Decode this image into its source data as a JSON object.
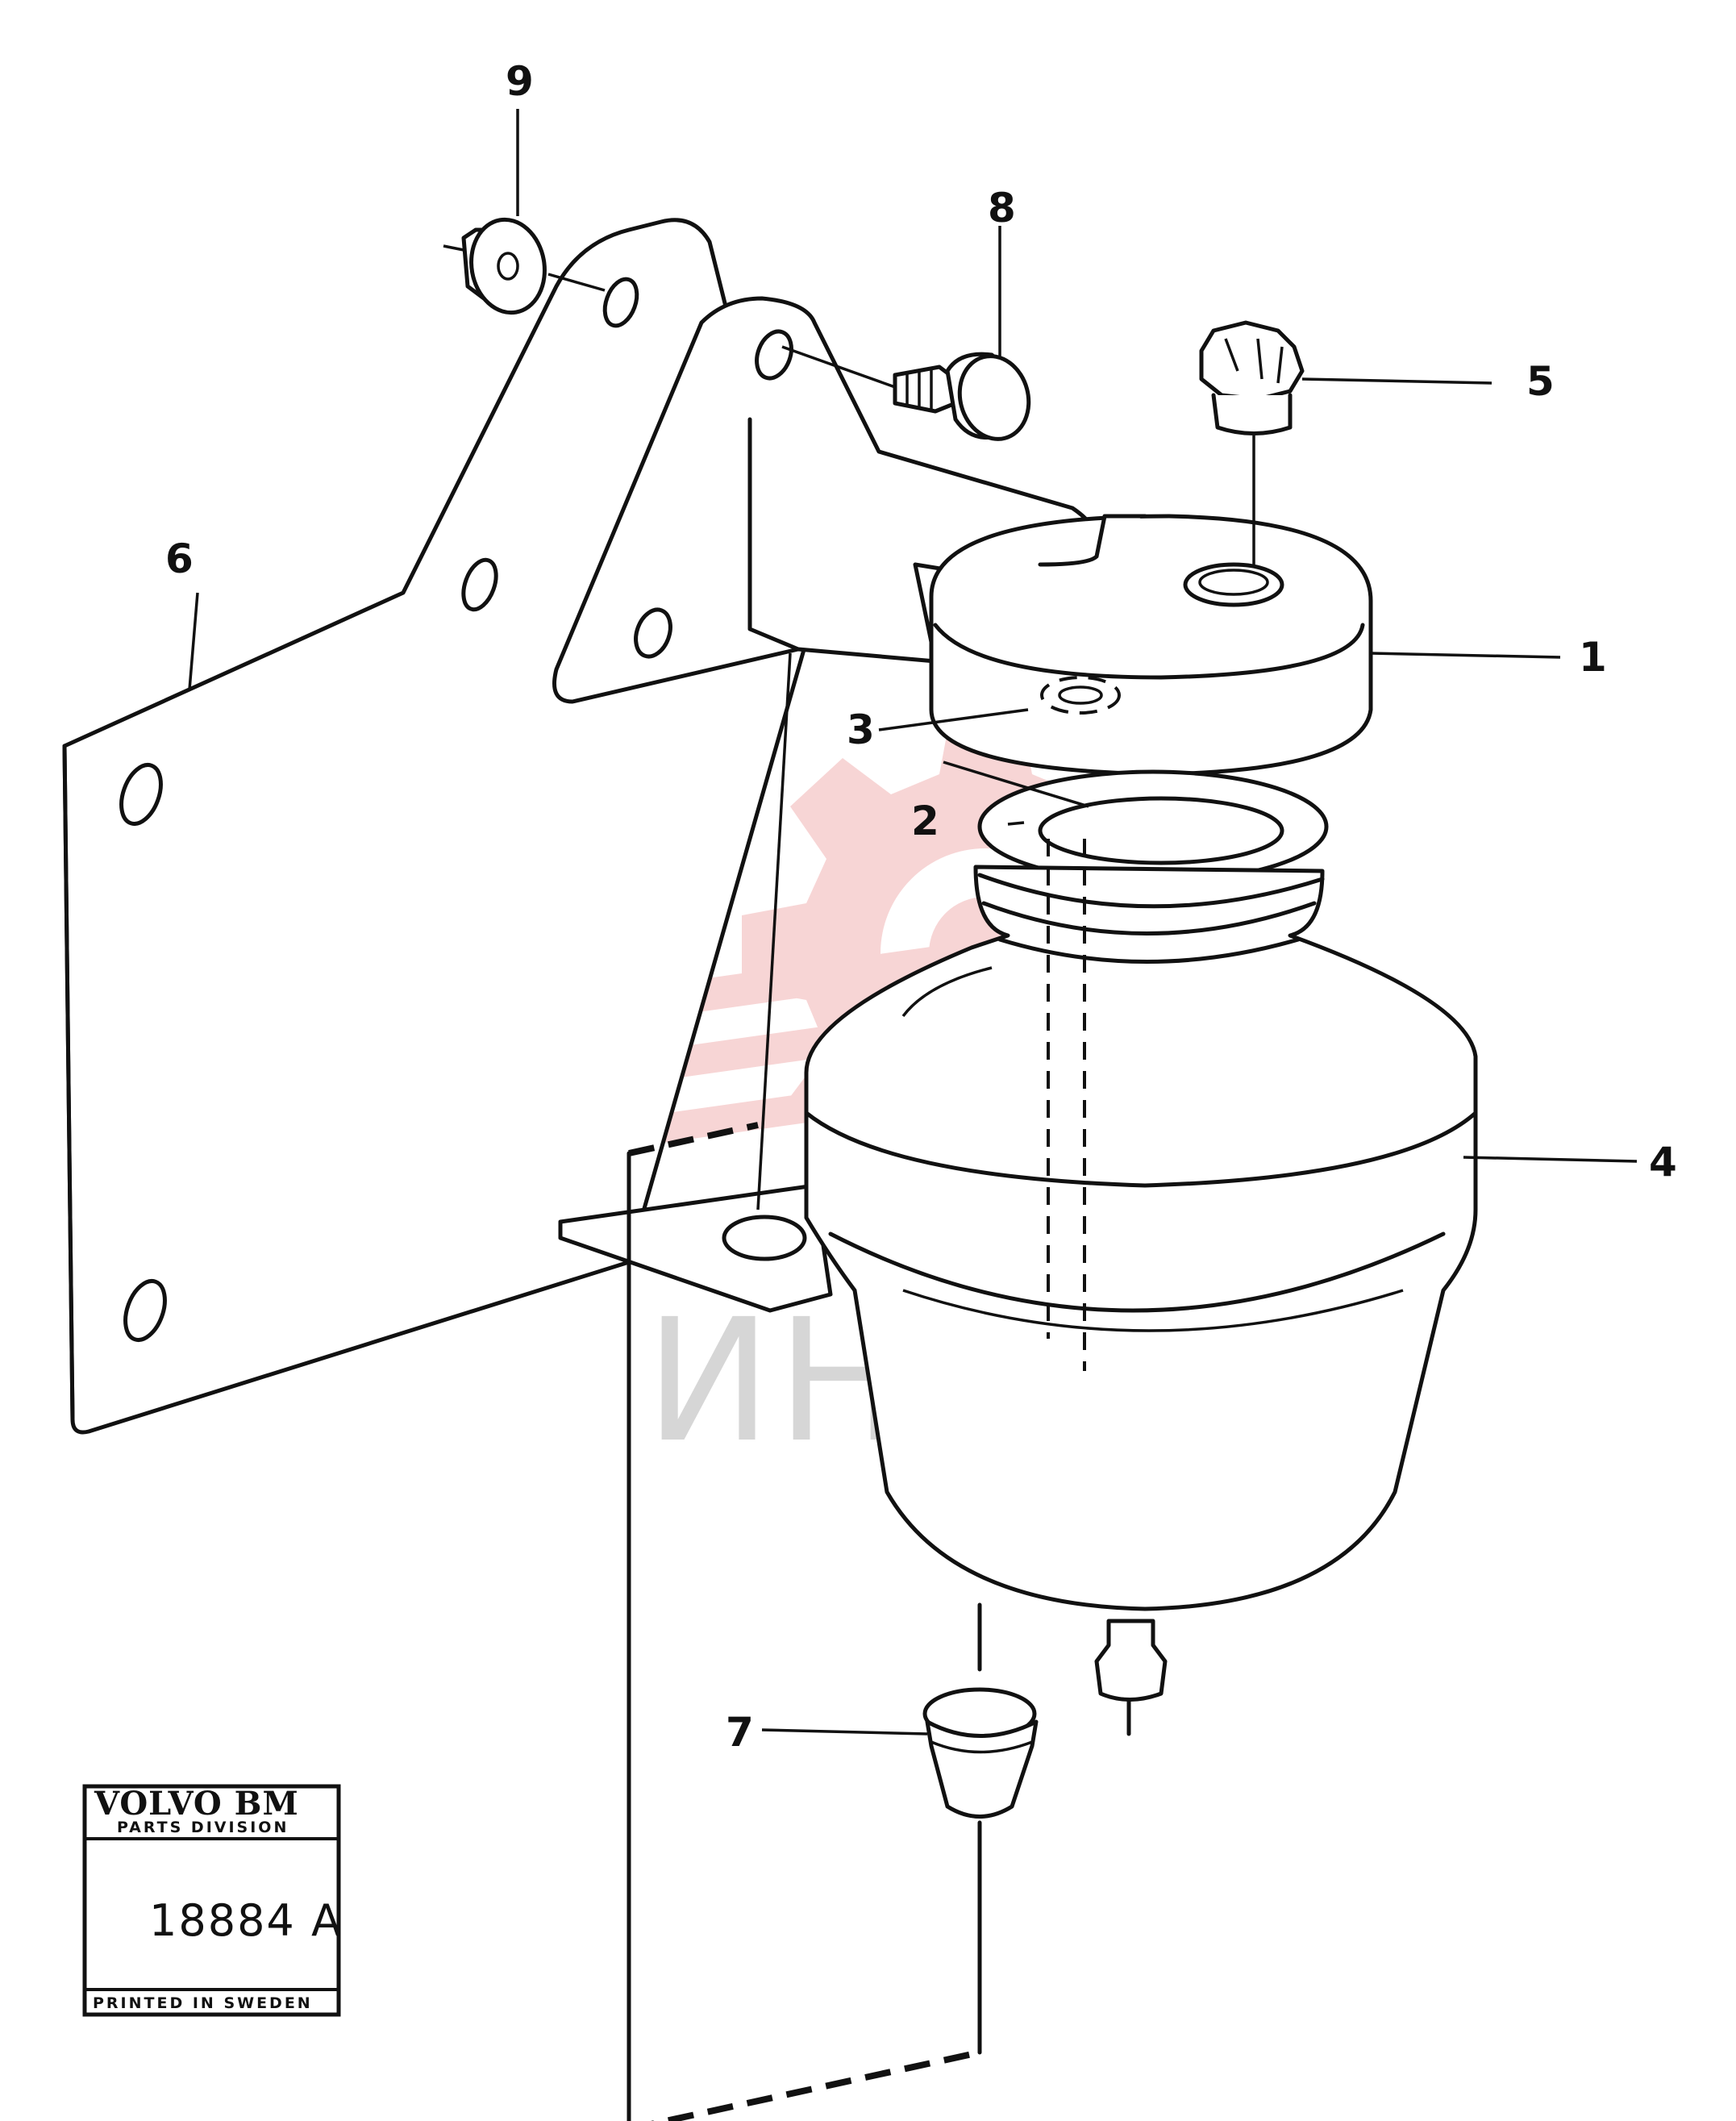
{
  "diagram": {
    "callouts": [
      {
        "id": "1",
        "label": "1"
      },
      {
        "id": "2",
        "label": "2"
      },
      {
        "id": "3",
        "label": "3"
      },
      {
        "id": "4",
        "label": "4"
      },
      {
        "id": "5",
        "label": "5"
      },
      {
        "id": "6",
        "label": "6"
      },
      {
        "id": "7",
        "label": "7"
      },
      {
        "id": "8",
        "label": "8"
      },
      {
        "id": "9",
        "label": "9"
      }
    ]
  },
  "stamp": {
    "brand": "VOLVO BM",
    "division": "PARTS DIVISION",
    "number": "18884 A",
    "printed": "PRINTED IN SWEDEN"
  },
  "watermark": {
    "text": "ИНТЕХ",
    "color": "#f2c0c0"
  },
  "colors": {
    "line": "#111111",
    "background": "#ffffff"
  }
}
